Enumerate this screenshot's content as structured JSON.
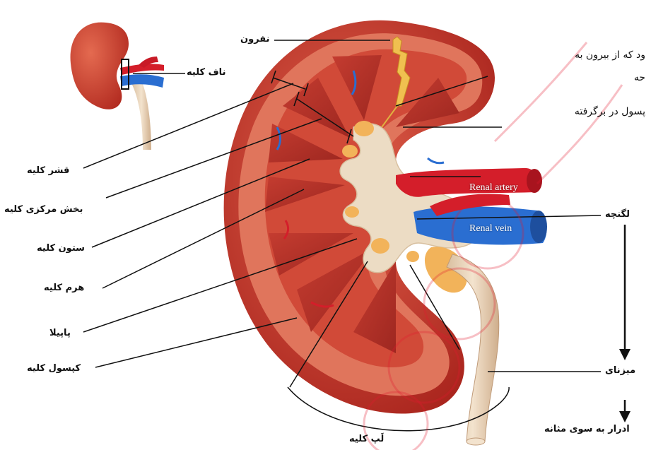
{
  "labels": {
    "nephron": "نفرون",
    "hilum": "ناف کلیه",
    "cortex": "قشر کلیه",
    "medulla": "بخش مرکزی کلیه",
    "column": "ستون کلیه",
    "pyramid": "هرم کلیه",
    "papilla": "پاپیلا",
    "capsule": "کپسول کلیه",
    "lobe": "لَپ کلیه",
    "pelvis": "لگنچه",
    "ureter": "میزنای",
    "to_bladder": "ادرار به سوی مثانه"
  },
  "vessels": {
    "artery": "Renal artery",
    "vein": "Renal vein"
  },
  "paragraph": [
    "ود که از بیرون به",
    "حه",
    "پسول در برگرفته"
  ],
  "colors": {
    "kidney_red": "#c8372b",
    "cortex": "#e0755c",
    "pyramid": "#b8332a",
    "pelvis": "#ecdcc4",
    "artery": "#d41e2a",
    "vein": "#2a6ed1",
    "fat": "#f2b35a",
    "watermark": "#e4182d"
  },
  "icons": [
    "down-arrow-icon"
  ]
}
